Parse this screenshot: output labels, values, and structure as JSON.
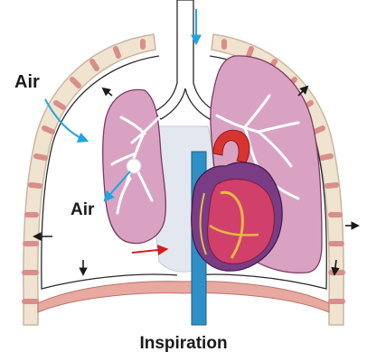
{
  "labels": {
    "air_top": "Air",
    "air_mid": "Air",
    "caption": "Inspiration"
  },
  "colors": {
    "rib_fill": "#f0e3cf",
    "rib_stroke": "#c7b7a2",
    "intercostal": "#d88e8a",
    "lung_fill": "#d9a2c3",
    "lung_stroke": "#7a3a61",
    "pleura": "#2a2a2a",
    "airway": "#ffffff",
    "heart_fill": "#d0406a",
    "heart_dark": "#7b3c86",
    "fat": "#e8b845",
    "aorta_red": "#d8342f",
    "vena_blue": "#2f8fc7",
    "diaphragm": "#e7a9a0",
    "mediastinum": "#e3e8f0",
    "air_arrow": "#22a4df",
    "pressure_arrow_black": "#1a1a1a",
    "pressure_arrow_red": "#d71e1e"
  },
  "icons": [
    "air-flow-arrow",
    "pressure-arrow",
    "pneumothorax-opening"
  ]
}
